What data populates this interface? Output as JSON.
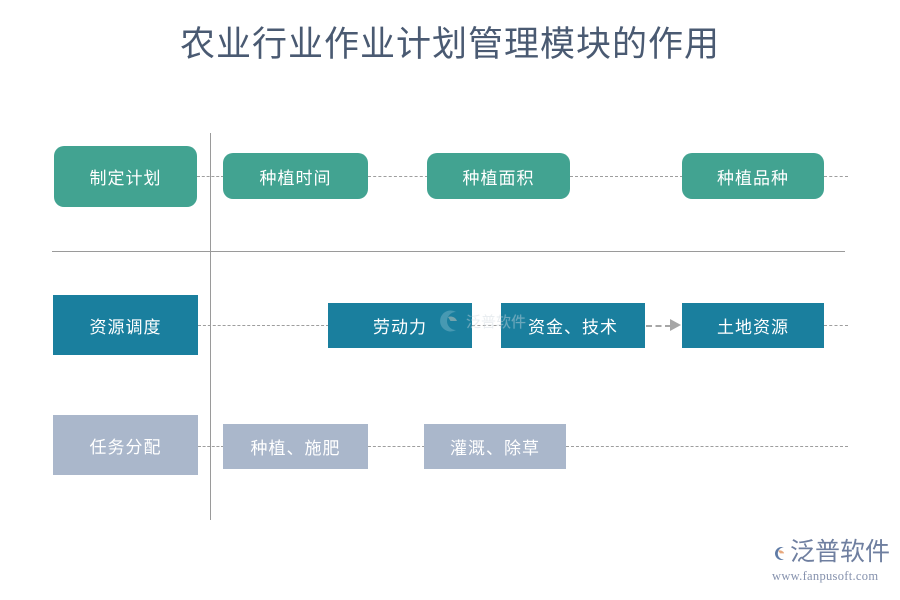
{
  "page": {
    "title": "农业行业作业计划管理模块的作用",
    "title_color": "#4a5a72",
    "background": "#ffffff"
  },
  "palette": {
    "row1": "#42a391",
    "row2": "#1a7f9e",
    "row3": "#aab7cb",
    "line": "#9a9a9a",
    "dash": "#9e9e9e",
    "brand_blue": "#6f7fa0",
    "brand_orange": "#e8a87c"
  },
  "diagram": {
    "rows": [
      {
        "id": "row-plan",
        "category": "制定计划",
        "items": [
          {
            "label": "种植时间"
          },
          {
            "label": "种植面积"
          },
          {
            "label": "种植品种"
          }
        ]
      },
      {
        "id": "row-resource",
        "category": "资源调度",
        "items": [
          {
            "label": "劳动力"
          },
          {
            "label": "资金、技术"
          },
          {
            "label": "土地资源"
          }
        ]
      },
      {
        "id": "row-task",
        "category": "任务分配",
        "items": [
          {
            "label": "种植、施肥"
          },
          {
            "label": "灌溉、除草"
          }
        ]
      }
    ]
  },
  "watermark": {
    "text": "泛普软件"
  },
  "brand": {
    "name": "泛普软件",
    "url": "www.fanpusoft.com",
    "logo_icon": "fanpu-swoosh-logo"
  }
}
